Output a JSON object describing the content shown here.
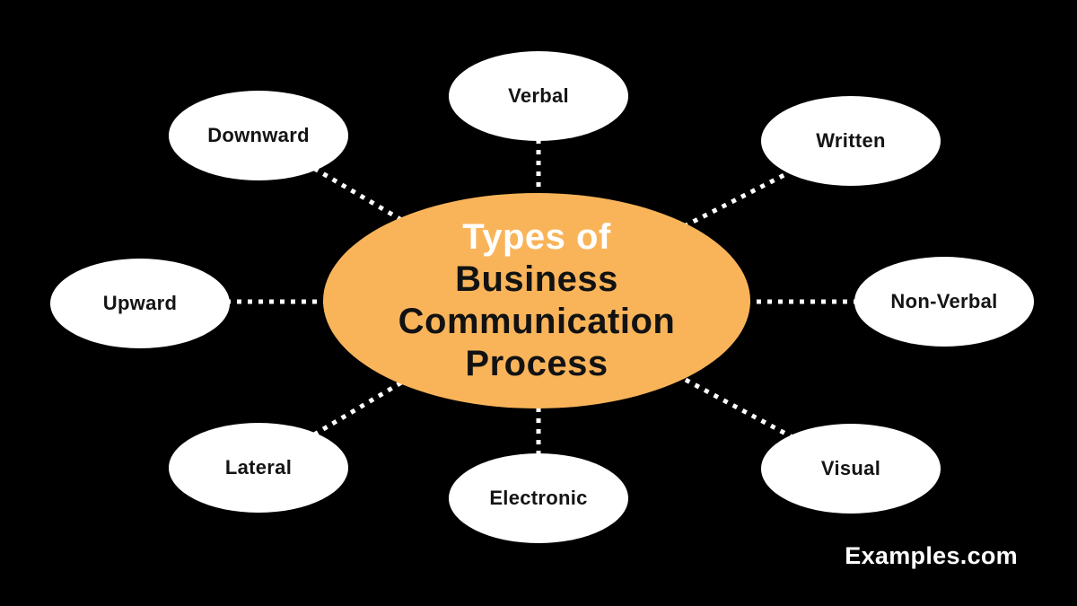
{
  "center": {
    "line1": "Types of",
    "line2": "Business",
    "line3": "Communication",
    "line4": "Process"
  },
  "nodes": [
    {
      "label": "Downward"
    },
    {
      "label": "Verbal"
    },
    {
      "label": "Written"
    },
    {
      "label": "Upward"
    },
    {
      "label": "Non-Verbal"
    },
    {
      "label": "Lateral"
    },
    {
      "label": "Electronic"
    },
    {
      "label": "Visual"
    }
  ],
  "watermark": "Examples.com",
  "colors": {
    "background": "#000000",
    "center_fill": "#F9B45A",
    "node_fill": "#FFFFFF",
    "node_text": "#141414",
    "center_text_top": "#FFFFFF",
    "center_text_main": "#121212",
    "connector": "#FFFFFF"
  }
}
